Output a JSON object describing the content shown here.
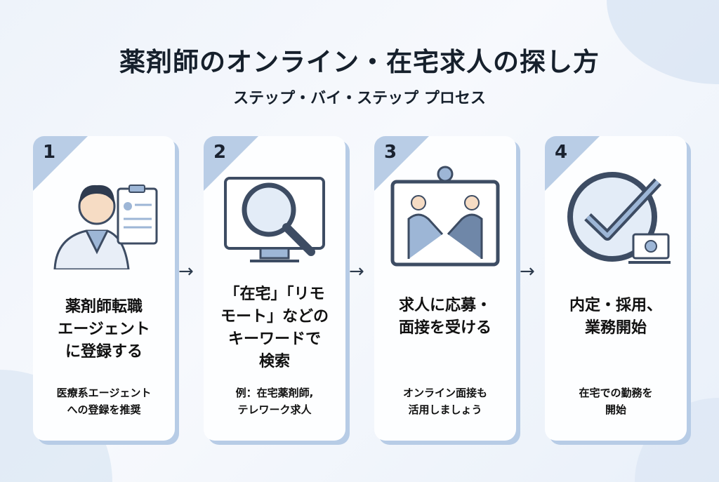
{
  "title": "薬剤師のオンライン・在宅求人の探し方",
  "subtitle": "ステップ・バイ・ステップ プロセス",
  "steps": [
    {
      "number": "1",
      "title": "薬剤師転職\nエージェント\nに登録する",
      "note": "医療系エージェント\nへの登録を推奨"
    },
    {
      "number": "2",
      "title": "「在宅」「リモ\nモート」などの\nキーワードで\n検索",
      "note": "例：在宅薬剤師,\nテレワーク求人"
    },
    {
      "number": "3",
      "title": "求人に応募・\n面接を受ける",
      "note": "オンライン面接も\n活用しましょう"
    },
    {
      "number": "4",
      "title": "内定・採用、\n業務開始",
      "note": "在宅での勤務を\n開始"
    }
  ],
  "arrow": "→",
  "colors": {
    "accent": "#b9cde6",
    "icon": "#3d4c63",
    "iconFill": "#9db6d6"
  }
}
